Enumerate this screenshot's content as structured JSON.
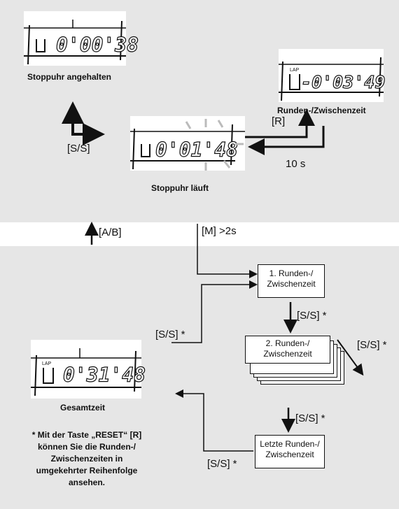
{
  "displays": {
    "stopped": {
      "main": "0'00'38",
      "caption": "Stoppuhr angehalten"
    },
    "running": {
      "main": "0'01'48",
      "caption": "Stoppuhr läuft"
    },
    "lap": {
      "main": "-0'03'49",
      "caption": "Runden-/Zwischenzeit",
      "indicator": "LAP"
    },
    "total": {
      "main": "0'31'48",
      "caption": "Gesamtzeit",
      "indicator": "LAP"
    }
  },
  "keys": {
    "ss": "[S/S]",
    "r": "[R]",
    "ten_s": "10 s",
    "ab": "[A/B]",
    "m": "[M] >2s",
    "ss_star": "[S/S] *"
  },
  "boxes": {
    "first": [
      "1. Runden-/",
      "Zwischenzeit"
    ],
    "second": [
      "2. Runden-/",
      "Zwischenzeit"
    ],
    "last": [
      "Letzte Runden-/",
      "Zwischenzeit"
    ]
  },
  "footnote": [
    "* Mit der Taste „RESET“ [R]",
    "können Sie die Runden-/",
    "Zwischenzeiten in",
    "umgekehrter Reihenfolge",
    "ansehen."
  ]
}
